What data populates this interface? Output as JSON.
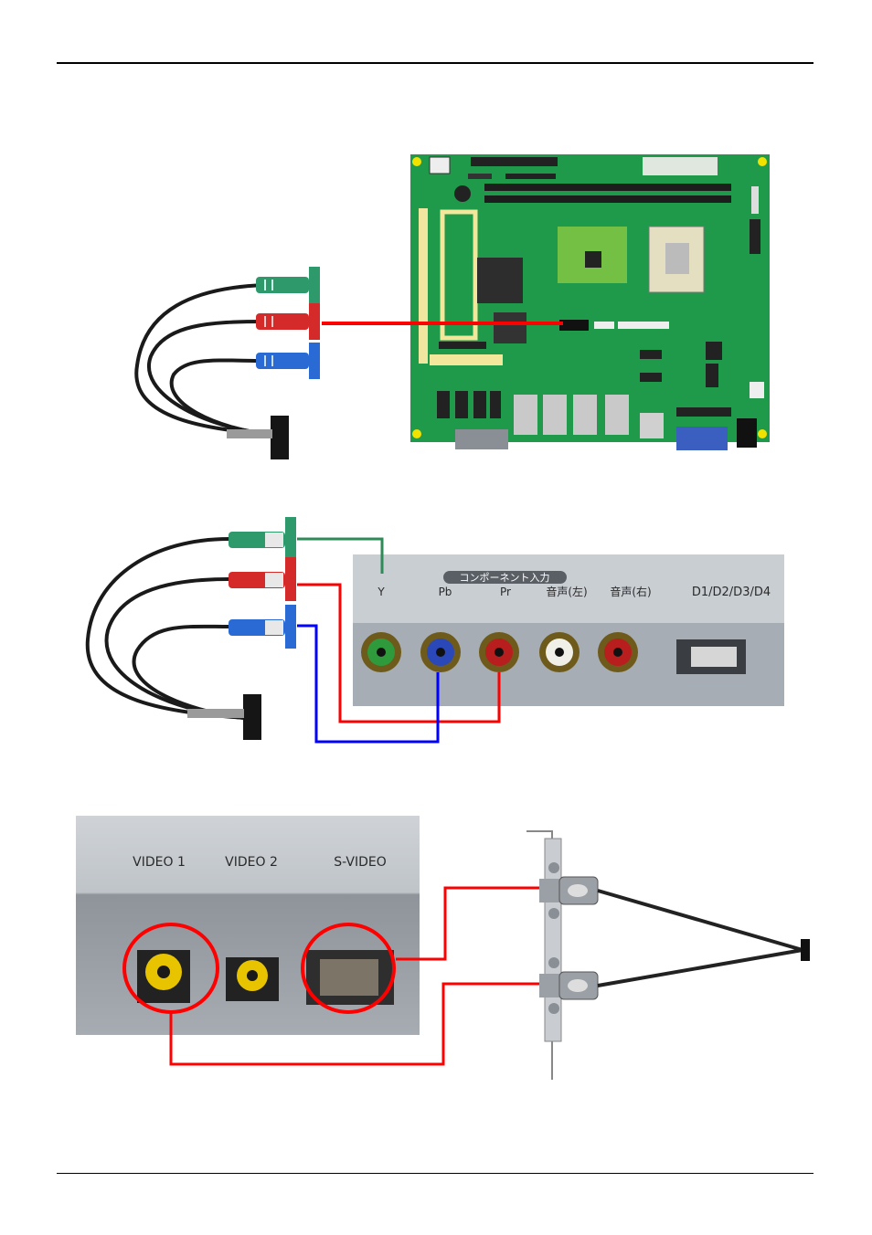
{
  "figure1": {
    "cable_plug_colors": [
      "#2e9a6c",
      "#d42a2a",
      "#2a6ad4"
    ],
    "board_color": "#1f9a4a",
    "link_color": "#ff0000"
  },
  "figure2": {
    "panel_heading": "コンポーネント入力",
    "jack_labels": [
      "Y",
      "Pb",
      "Pr",
      "音声(左)",
      "音声(右)"
    ],
    "connector_label": "D1/D2/D3/D4",
    "wire_colors": {
      "y": "#2e8b57",
      "pb": "#0000ff",
      "pr": "#ff0000"
    }
  },
  "figure3": {
    "port_labels": [
      "VIDEO 1",
      "VIDEO 2",
      "S-VIDEO"
    ],
    "highlight_color": "#ff0000"
  }
}
